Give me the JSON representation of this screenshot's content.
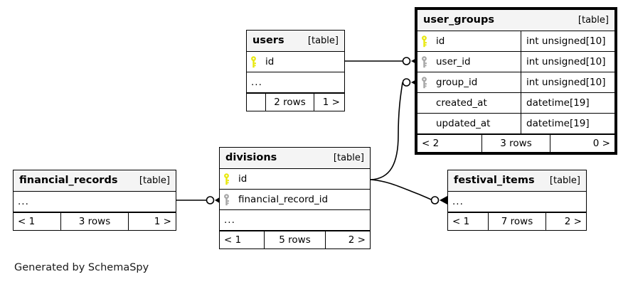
{
  "diagram": {
    "caption": "Generated by SchemaSpy",
    "kind_label": "[table]",
    "ellipsis": "...",
    "colors": {
      "primary_key": "#e8e80d",
      "foreign_key": "#a6a6a6",
      "border": "#000000",
      "header_bg": "#f4f4f4",
      "background": "#ffffff"
    }
  },
  "tables": {
    "users": {
      "name": "users",
      "kind": "[table]",
      "columns": [
        {
          "key": "primary",
          "name": "id",
          "type": ""
        },
        {
          "key": "none",
          "name": "...",
          "type": ""
        }
      ],
      "footer": {
        "prev": "",
        "rows": "2 rows",
        "next": "1 >"
      }
    },
    "user_groups": {
      "name": "user_groups",
      "kind": "[table]",
      "columns": [
        {
          "key": "primary",
          "name": "id",
          "type": "int unsigned[10]"
        },
        {
          "key": "foreign",
          "name": "user_id",
          "type": "int unsigned[10]"
        },
        {
          "key": "foreign",
          "name": "group_id",
          "type": "int unsigned[10]"
        },
        {
          "key": "none",
          "name": "created_at",
          "type": "datetime[19]"
        },
        {
          "key": "none",
          "name": "updated_at",
          "type": "datetime[19]"
        }
      ],
      "footer": {
        "prev": "< 2",
        "rows": "3 rows",
        "next": "0 >"
      }
    },
    "divisions": {
      "name": "divisions",
      "kind": "[table]",
      "columns": [
        {
          "key": "primary",
          "name": "id",
          "type": ""
        },
        {
          "key": "foreign",
          "name": "financial_record_id",
          "type": ""
        },
        {
          "key": "none",
          "name": "...",
          "type": ""
        }
      ],
      "footer": {
        "prev": "< 1",
        "rows": "5 rows",
        "next": "2 >"
      }
    },
    "financial_records": {
      "name": "financial_records",
      "kind": "[table]",
      "columns": [
        {
          "key": "none",
          "name": "...",
          "type": ""
        }
      ],
      "footer": {
        "prev": "< 1",
        "rows": "3 rows",
        "next": "1 >"
      }
    },
    "festival_items": {
      "name": "festival_items",
      "kind": "[table]",
      "columns": [
        {
          "key": "none",
          "name": "...",
          "type": ""
        }
      ],
      "footer": {
        "prev": "< 1",
        "rows": "7 rows",
        "next": "2 >"
      }
    }
  },
  "relationships": [
    {
      "from": "users.id",
      "to": "user_groups.user_id"
    },
    {
      "from": "divisions.id",
      "to": "user_groups.group_id"
    },
    {
      "from": "financial_records",
      "to": "divisions.financial_record_id"
    },
    {
      "from": "divisions.id",
      "to": "festival_items"
    }
  ]
}
